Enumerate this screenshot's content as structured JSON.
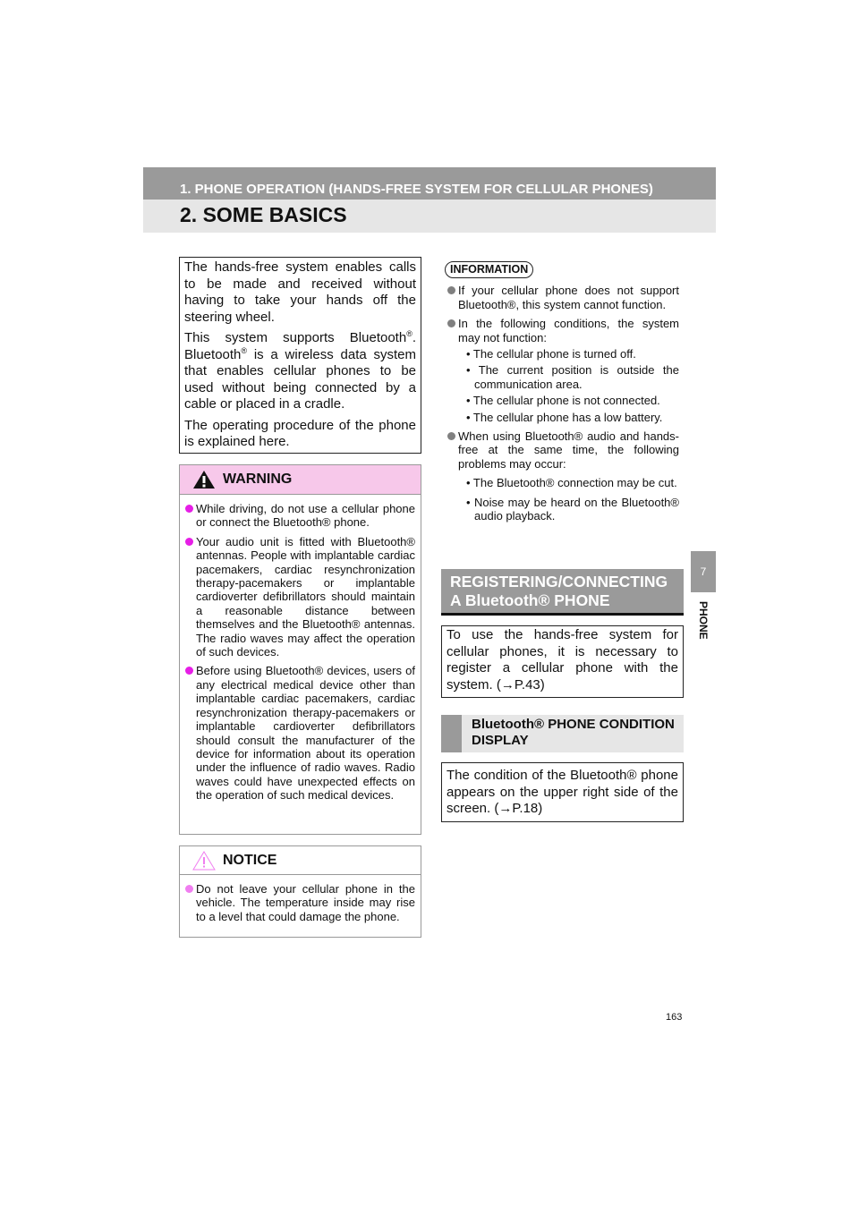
{
  "header": {
    "section": "1. PHONE OPERATION (HANDS-FREE SYSTEM FOR CELLULAR PHONES)",
    "title": "2. SOME BASICS"
  },
  "intro": {
    "p1": "The hands-free system enables calls to be made and received without having to take your hands off the steering wheel.",
    "p2a": "This system supports Bluetooth",
    "p2b": ". Bluetooth",
    "p2c": " is a wireless data system that enables cellular phones to be used without being connected by a cable or placed in a cradle.",
    "p3": "The operating procedure of the phone is explained here.",
    "reg": "®"
  },
  "warning": {
    "title": "WARNING",
    "items": [
      "While driving, do not use a cellular phone or connect the Bluetooth® phone.",
      "Your audio unit is fitted with Bluetooth® antennas. People with implantable cardiac pacemakers, cardiac resynchronization therapy-pacemakers or implantable cardioverter defibrillators should maintain a reasonable distance between themselves and the Bluetooth® antennas. The radio waves may affect the operation of such devices.",
      "Before using Bluetooth® devices, users of any electrical medical device other than implantable cardiac pacemakers, cardiac resynchronization therapy-pacemakers or implantable cardioverter defibrillators should consult the manufacturer of the device for information about its operation under the influence of radio waves. Radio waves could have unexpected effects on the operation of such medical devices."
    ]
  },
  "notice": {
    "title": "NOTICE",
    "items": [
      "Do not leave your cellular phone in the vehicle. The temperature inside may rise to a level that could damage the phone."
    ]
  },
  "information": {
    "badge": "INFORMATION",
    "item1": "If your cellular phone does not support Bluetooth®, this system cannot function.",
    "item2": "In the following conditions, the system may not function:",
    "item2_sub": [
      "• The cellular phone is turned off.",
      "• The current position is outside the communication area.",
      "• The cellular phone is not connected.",
      "• The cellular phone has a low battery."
    ],
    "item3": "When using Bluetooth® audio and hands-free at the same time, the following problems may occur:",
    "item3_sub": [
      "• The Bluetooth® connection may be cut.",
      "• Noise may be heard on the Bluetooth® audio playback."
    ]
  },
  "registering": {
    "title1": "REGISTERING/CONNECTING",
    "title2": "A Bluetooth® PHONE",
    "body": "To use the hands-free system for cellular phones, it is necessary to register a cellular phone with the system. (→P.43)"
  },
  "condition": {
    "title1": "Bluetooth® PHONE CONDITION",
    "title2": "DISPLAY",
    "body": "The condition of the Bluetooth® phone appears on the upper right side of the screen. (→P.18)"
  },
  "side_tab": {
    "number": "7",
    "label": "PHONE"
  },
  "page_number": "163",
  "colors": {
    "warning_bg": "#f7c8ea",
    "warning_dot": "#e61ee6",
    "notice_dot": "#f07ef0",
    "info_dot": "#808080",
    "bar": "#9a9a9a"
  }
}
